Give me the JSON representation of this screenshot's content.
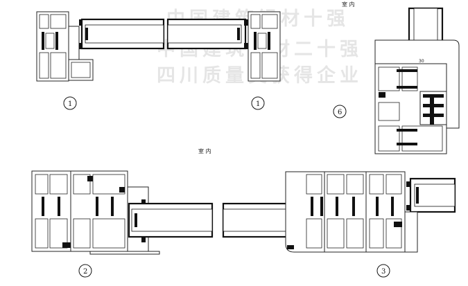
{
  "labels": {
    "indoor_top": "室 内",
    "indoor_middle": "室 内",
    "dimension_30": "30"
  },
  "details": [
    {
      "id": "1",
      "number": "1"
    },
    {
      "id": "1b",
      "number": "1"
    },
    {
      "id": "6",
      "number": "6"
    },
    {
      "id": "2",
      "number": "2"
    },
    {
      "id": "3",
      "number": "3"
    }
  ],
  "watermark": {
    "line1": "中国建筑铝材十强",
    "line2": "中国建筑铝材二十强",
    "line3": "四川质量奖获得企业"
  },
  "colors": {
    "line": "#222222",
    "fill": "#111111",
    "background": "#ffffff"
  }
}
